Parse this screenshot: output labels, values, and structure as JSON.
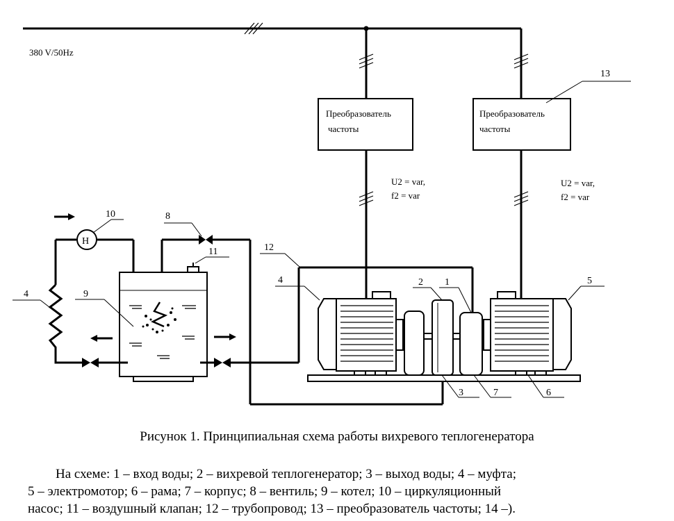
{
  "diagram": {
    "supply_label": "380 V/50Hz",
    "converter1": {
      "line1": "Преобразователь",
      "line2": "частоты"
    },
    "converter2": {
      "line1": "Преобразователь",
      "line2": "частоты"
    },
    "var1": {
      "u": "U2 = var,",
      "f": "f2 = var"
    },
    "var2": {
      "u": "U2 = var,",
      "f": "f2 = var"
    },
    "pump_symbol": "Н",
    "callouts": {
      "n1": "1",
      "n2": "2",
      "n3": "3",
      "n4_motor": "4",
      "n4_left": "4",
      "n5": "5",
      "n6": "6",
      "n7": "7",
      "n8": "8",
      "n9": "9",
      "n10": "10",
      "n11": "11",
      "n12": "12",
      "n13": "13"
    }
  },
  "caption": "Рисунок 1. Принципиальная схема работы вихревого теплогенератора",
  "legend": {
    "line1": "На схеме: 1 – вход воды; 2 – вихревой теплогенератор; 3 – выход воды; 4 – муфта;",
    "line2": "5 – электромотор; 6 – рама; 7 – корпус; 8 – вентиль; 9 – котел; 10 – циркуляционный",
    "line3": "насос; 11 – воздушный клапан; 12 – трубопровод; 13 – преобразователь частоты; 14 –)."
  }
}
